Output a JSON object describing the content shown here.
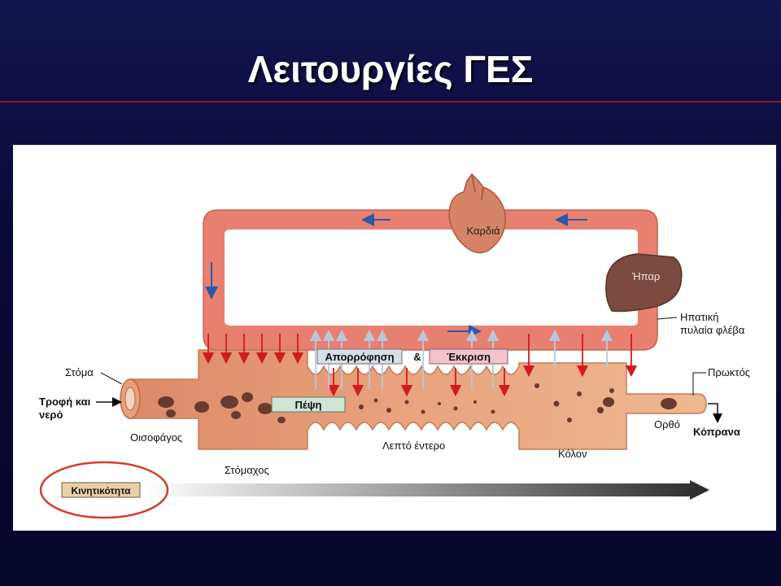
{
  "slide": {
    "title": "Λειτουργίες ΓΕΣ"
  },
  "diagram": {
    "heart_label": "Καρδιά",
    "liver_label": "Ήπαρ",
    "portal_vein_label": [
      "Ηπατική",
      "πυλαία φλέβα"
    ],
    "mouth_label": "Στόμα",
    "food_label": [
      "Τροφή και",
      "νερό"
    ],
    "esophagus_label": "Οισοφάγος",
    "stomach_label": "Στόμαχος",
    "small_intestine_label": "Λεπτό έντερο",
    "colon_label": "Κόλον",
    "rectum_label": "Ορθό",
    "anus_label": "Πρωκτός",
    "feces_label": "Κόπρανα",
    "absorption_label": "Απορρόφηση",
    "ampersand": "&",
    "secretion_label": "Έκκριση",
    "digestion_label": "Πέψη",
    "motility_label": "Κινητικότητα"
  },
  "colors": {
    "slide_background": "#0b0b3a",
    "divider": "#8a1c24",
    "blood_vessel": "#e88072",
    "gut_tissue": "#e8a07a",
    "liver": "#7a4a3e",
    "heart": "#d68468",
    "arrow_red": "#d21c1c",
    "arrow_light": "#b8c8dc",
    "arrow_blue": "#2c58a8",
    "highlight_circle": "#d0402a"
  }
}
